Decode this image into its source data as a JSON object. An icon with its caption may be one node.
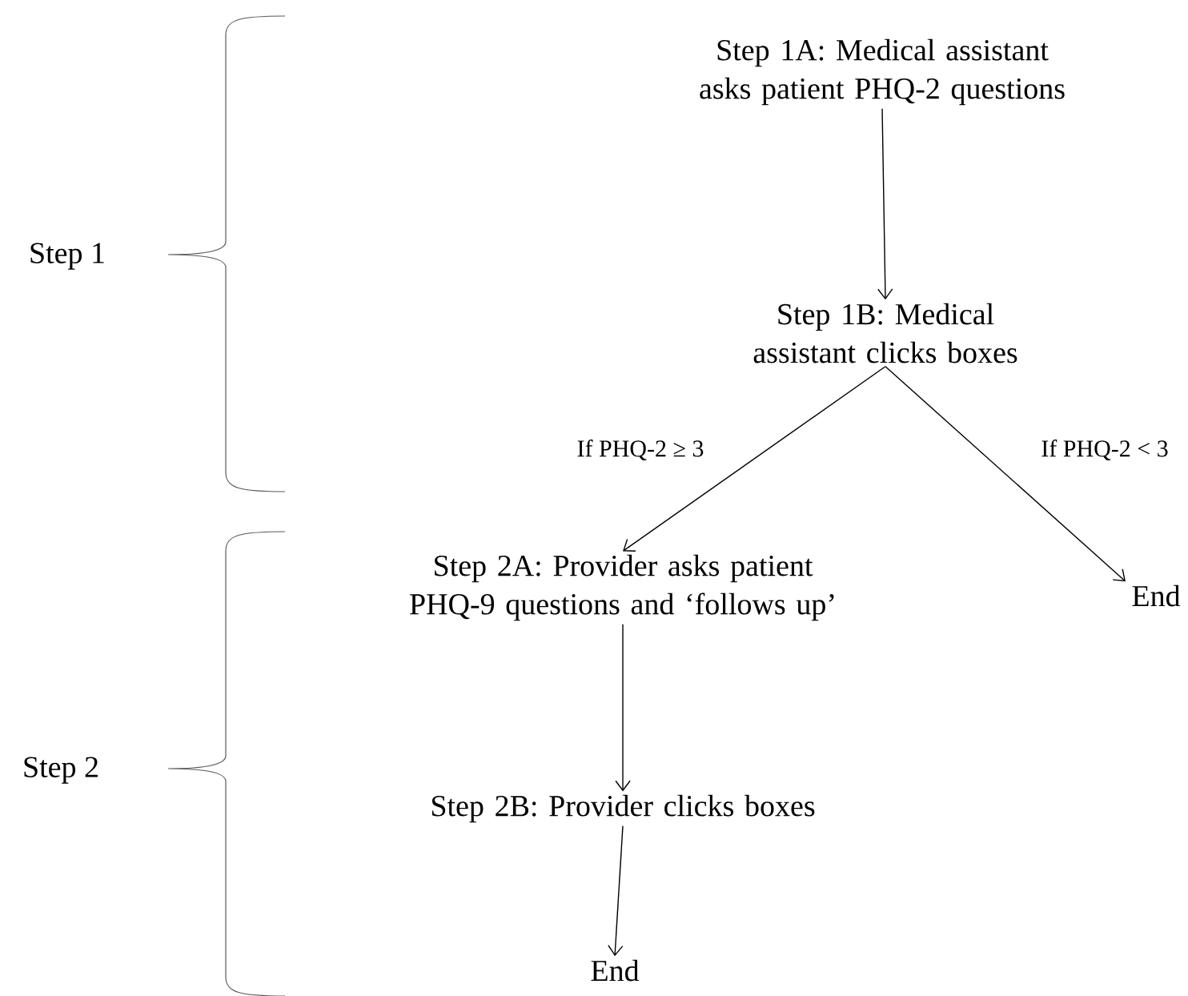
{
  "diagram": {
    "nodes": [
      {
        "text": [
          "Step 1A: Medical assistant asks patient PHQ-2 questions"
        ]
      },
      {
        "text": [
          "Step 1B: Medical assistant clicks boxes"
        ]
      },
      {
        "text": [
          "Step 2A: Provider asks patient PHQ-9 questions and ‘follows up’"
        ]
      },
      {
        "text": [
          "End"
        ]
      },
      {
        "text": [
          "Step 2B: Provider clicks boxes"
        ]
      },
      {
        "text": [
          "End"
        ]
      }
    ],
    "edges": [
      {
        "from": 0,
        "to": 1,
        "arrow": "to"
      },
      {
        "from": 1,
        "to": 2,
        "arrow": "to",
        "label": "If PHQ-2 ≥ 3"
      },
      {
        "from": 1,
        "to": 3,
        "arrow": "to",
        "label": "If PHQ-2 < 3"
      },
      {
        "from": 2,
        "to": 4,
        "arrow": "to"
      },
      {
        "from": 4,
        "to": 5,
        "arrow": "to"
      }
    ],
    "labels": [
      "Step 1",
      "Step 2"
    ]
  }
}
